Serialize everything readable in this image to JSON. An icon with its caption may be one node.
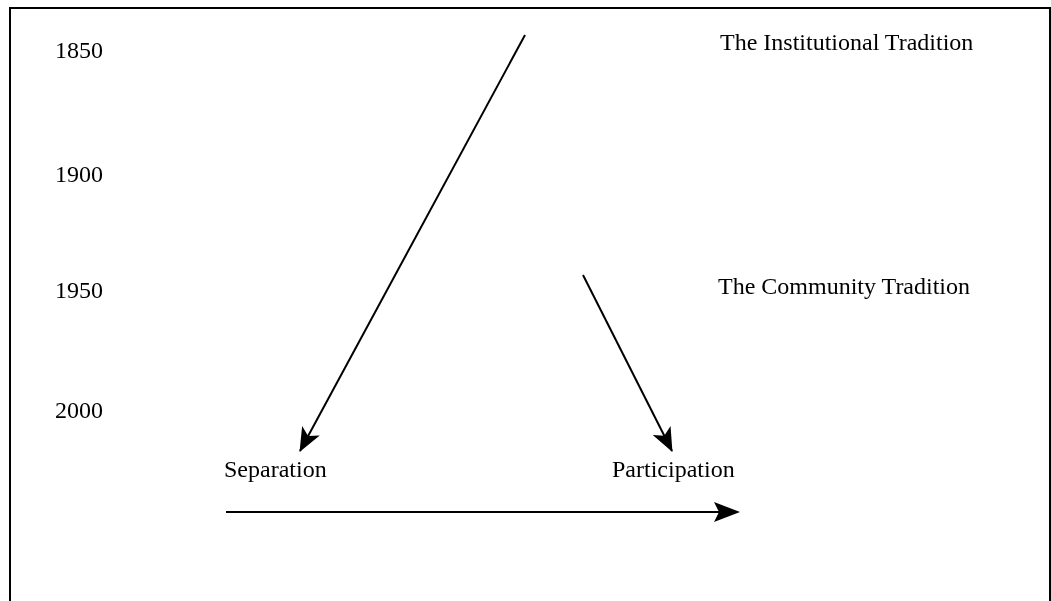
{
  "diagram": {
    "nodes": [
      {
        "text": [
          "Separation"
        ]
      },
      {
        "text": [
          "Participation"
        ]
      }
    ],
    "edges": [
      {
        "from": null,
        "to": 0,
        "arrow": "to"
      },
      {
        "from": null,
        "to": 1,
        "arrow": "to"
      }
    ],
    "labels": [
      "1850",
      "The Institutional Tradition",
      "1900",
      "1950",
      "The Community Tradition",
      "2000"
    ]
  }
}
